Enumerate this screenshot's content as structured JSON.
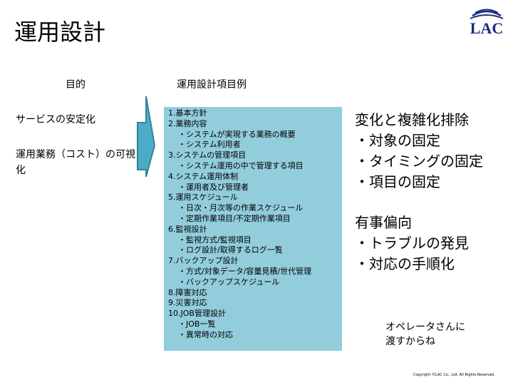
{
  "title": "運用設計",
  "logo": {
    "text": "LAC",
    "color": "#1f2d7a"
  },
  "left": {
    "header": "目的",
    "item1": "サービスの安定化",
    "item2": "運用業務（コスト）の可視化"
  },
  "middle": {
    "header": "運用設計項目例",
    "items": [
      {
        "t": "1.基本方針",
        "s": 0
      },
      {
        "t": "2.業務内容",
        "s": 0
      },
      {
        "t": "・システムが実現する業務の概要",
        "s": 1
      },
      {
        "t": "・システム利用者",
        "s": 1
      },
      {
        "t": "3.システムの管理項目",
        "s": 0
      },
      {
        "t": "・システム運用の中で管理する項目",
        "s": 1
      },
      {
        "t": "4.システム運用体制",
        "s": 0
      },
      {
        "t": "・運用者及び管理者",
        "s": 1
      },
      {
        "t": "5.運用スケジュール",
        "s": 0
      },
      {
        "t": "・日次・月次等の作業スケジュール",
        "s": 1
      },
      {
        "t": "・定期作業項目/不定期作業項目",
        "s": 1
      },
      {
        "t": "6.監視設計",
        "s": 0
      },
      {
        "t": "・監視方式/監視項目",
        "s": 1
      },
      {
        "t": "・ログ設計/取得するログ一覧",
        "s": 1
      },
      {
        "t": "7.バックアップ設計",
        "s": 0
      },
      {
        "t": "・方式/対象データ/容量見積/世代管理",
        "s": 1
      },
      {
        "t": "・バックアップスケジュール",
        "s": 1
      },
      {
        "t": "8.障害対応",
        "s": 0
      },
      {
        "t": "9.災害対応",
        "s": 0
      },
      {
        "t": "10.JOB管理設計",
        "s": 0
      },
      {
        "t": "・JOB一覧",
        "s": 1
      },
      {
        "t": "・異常時の対応",
        "s": 1
      }
    ]
  },
  "right": {
    "g1": [
      "変化と複雑化排除",
      "・対象の固定",
      "・タイミングの固定",
      "・項目の固定"
    ],
    "g2": [
      "有事偏向",
      "・トラブルの発見",
      "・対応の手順化"
    ],
    "note1": "オペレータさんに",
    "note2": "渡すからね"
  },
  "copyright": "Copyright ©LAC Co., Ltd. All Rights Reserved."
}
